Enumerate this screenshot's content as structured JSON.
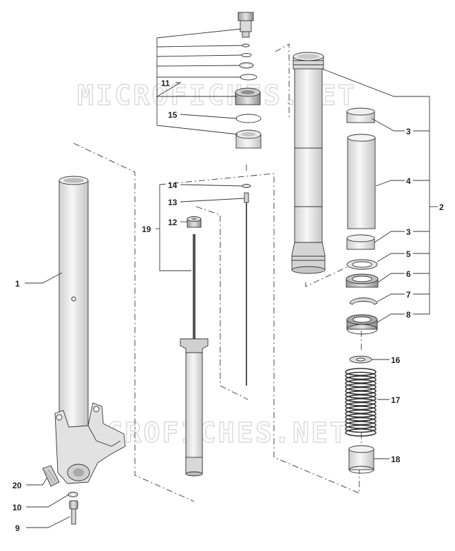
{
  "watermark": "MICROFICHES.NET",
  "callouts": {
    "c1": "1",
    "c2": "2",
    "c3a": "3",
    "c3b": "3",
    "c4": "4",
    "c5": "5",
    "c6": "6",
    "c7": "7",
    "c8": "8",
    "c9": "9",
    "c10": "10",
    "c11": "11",
    "c12": "12",
    "c13": "13",
    "c14": "14",
    "c15": "15",
    "c16": "16",
    "c17": "17",
    "c18": "18",
    "c19": "19",
    "c20": "20"
  },
  "colors": {
    "part_fill": "#ececec",
    "part_shade": "#d6d6d6",
    "line": "#333333",
    "watermark": "#d9d9d9"
  }
}
